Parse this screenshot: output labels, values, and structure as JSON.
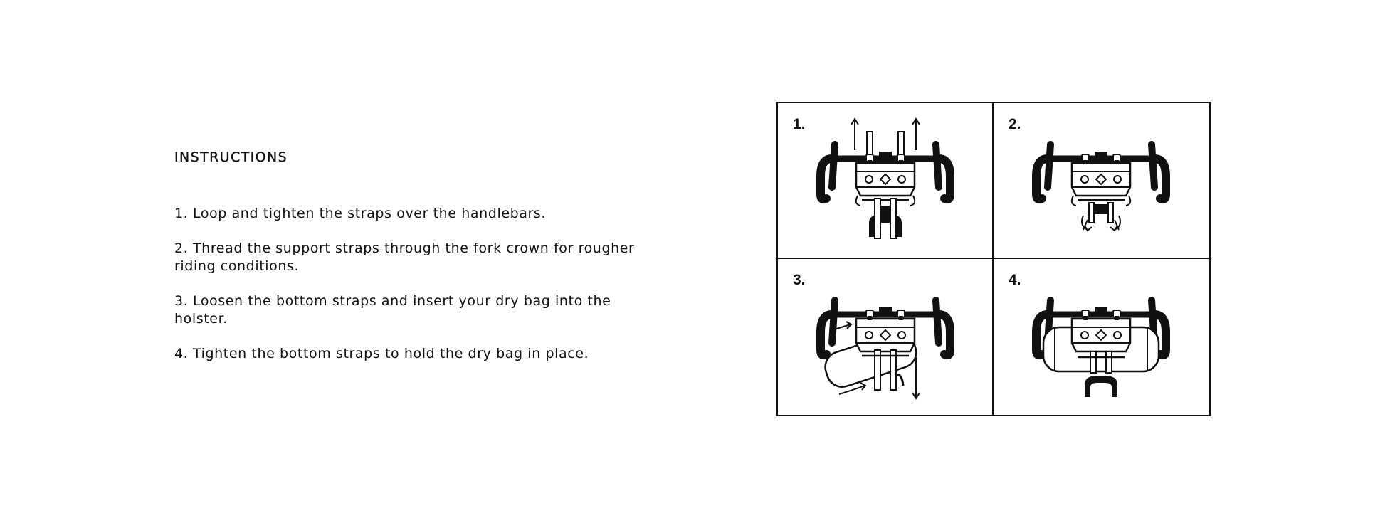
{
  "instructions": {
    "heading": "INSTRUCTIONS",
    "steps": [
      "1. Loop and tighten the straps over the handlebars.",
      "2. Thread the support straps through the fork crown for rougher riding conditions.",
      "3. Loosen the bottom straps and insert your dry bag into the holster.",
      "4. Tighten the bottom straps to hold the dry bag in place."
    ]
  },
  "diagram": {
    "panels": [
      {
        "label": "1.",
        "icon": "handlebar-straps-pull-up-icon"
      },
      {
        "label": "2.",
        "icon": "fork-crown-strap-icon"
      },
      {
        "label": "3.",
        "icon": "insert-dry-bag-icon"
      },
      {
        "label": "4.",
        "icon": "dry-bag-secured-icon"
      }
    ]
  }
}
